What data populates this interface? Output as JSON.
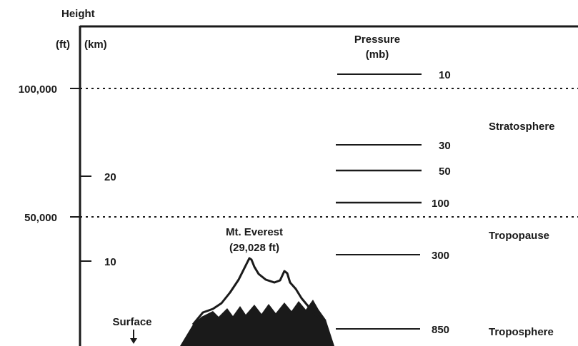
{
  "axis": {
    "title": "Height",
    "ft_unit": "(ft)",
    "km_unit": "(km)",
    "ft_ticks": [
      "100,000",
      "50,000"
    ],
    "km_ticks": [
      "20",
      "10"
    ]
  },
  "pressure": {
    "title_line1": "Pressure",
    "title_line2": "(mb)",
    "levels": [
      "10",
      "30",
      "50",
      "100",
      "300",
      "850"
    ]
  },
  "layers": {
    "stratosphere": "Stratosphere",
    "tropopause": "Tropopause",
    "troposphere": "Troposphere"
  },
  "everest": {
    "name": "Mt. Everest",
    "height": "(29,028 ft)"
  },
  "surface": {
    "label": "Surface"
  }
}
